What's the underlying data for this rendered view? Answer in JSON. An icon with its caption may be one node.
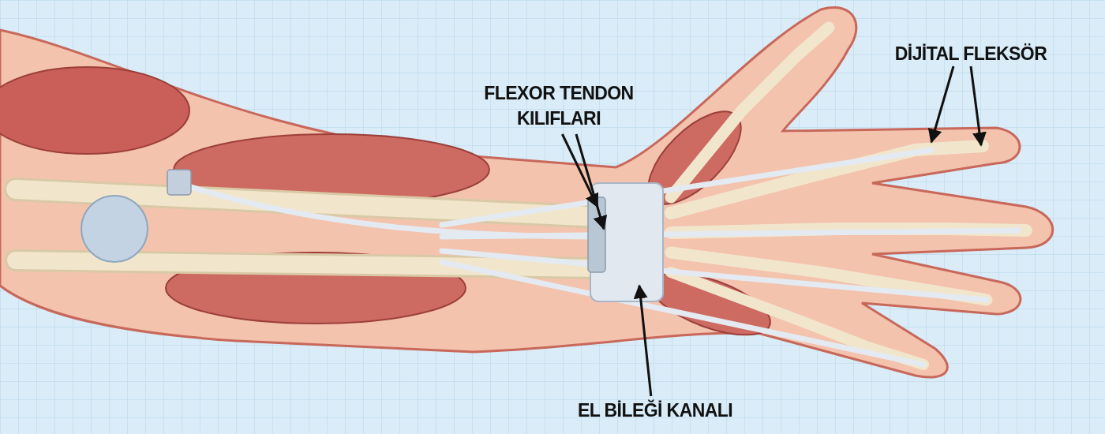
{
  "diagram": {
    "nodes": [
      {
        "text": [
          "FLEXOR TENDON KILIFLARI"
        ]
      },
      {
        "text": [
          "DİJİTAL FLEKSÖR"
        ]
      },
      {
        "text": [
          "EL BİLEĞİ KANALI"
        ]
      }
    ],
    "edges": [
      {
        "from": 0,
        "to": null,
        "arrow": "to"
      },
      {
        "from": 0,
        "to": null,
        "arrow": "to"
      },
      {
        "from": 1,
        "to": null,
        "arrow": "to"
      },
      {
        "from": 1,
        "to": null,
        "arrow": "to"
      },
      {
        "from": 2,
        "to": null,
        "arrow": "to"
      }
    ]
  }
}
